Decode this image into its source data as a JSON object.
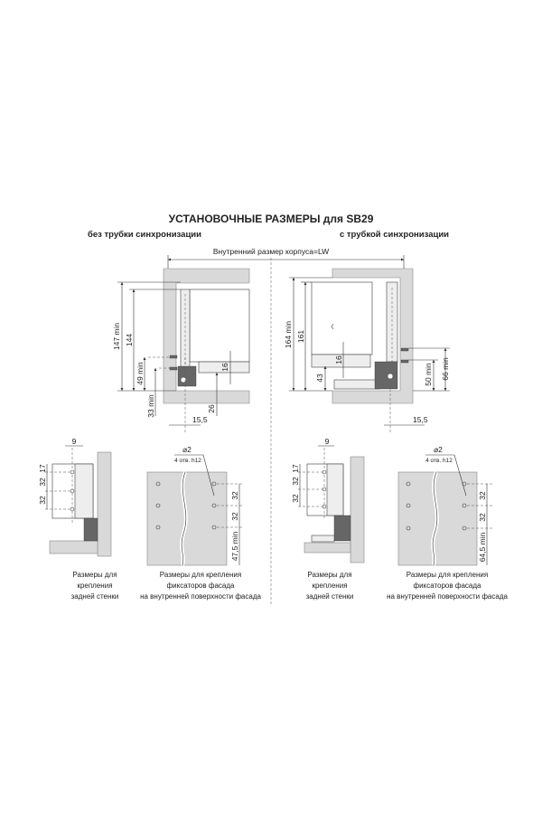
{
  "title": "УСТАНОВОЧНЫЕ РАЗМЕРЫ для SB29",
  "left_heading": "без трубки синхронизации",
  "right_heading": "с трубкой синхронизации",
  "lw_label": "Внутренний размер корпуса=LW",
  "left_side": {
    "dims": {
      "d147": "147 min",
      "d144": "144",
      "d49": "49 min",
      "d33": "33 min",
      "d16": "16",
      "d26": "26",
      "d15": "15,5"
    }
  },
  "right_side": {
    "dims": {
      "d164": "164 min",
      "d161": "161",
      "d43": "43",
      "d16": "16",
      "d50": "50 min",
      "d66": "66 min",
      "d15": "15,5"
    }
  },
  "left_back": {
    "dims": {
      "d9": "9",
      "d17": "17",
      "d32a": "32",
      "d32b": "32"
    },
    "caption": [
      "Размеры для",
      "крепления",
      "задней стенки"
    ]
  },
  "left_front": {
    "hole_label": "⌀2",
    "hole_note": "4 отв. h12",
    "dims": {
      "d32a": "32",
      "d32b": "32",
      "dmin": "47,5 min"
    },
    "caption": [
      "Размеры для крепления",
      "фиксаторов фасада",
      "на внутренней поверхности фасада"
    ]
  },
  "right_back": {
    "dims": {
      "d9": "9",
      "d17": "17",
      "d32a": "32",
      "d32b": "32"
    },
    "caption": [
      "Размеры для",
      "крепления",
      "задней стенки"
    ]
  },
  "right_front": {
    "hole_label": "⌀2",
    "hole_note": "4 отв. h12",
    "dims": {
      "d32a": "32",
      "d32b": "32",
      "dmin": "64,5 min"
    },
    "caption": [
      "Размеры для крепления",
      "фиксаторов фасада",
      "на внутренней поверхности фасада"
    ]
  }
}
